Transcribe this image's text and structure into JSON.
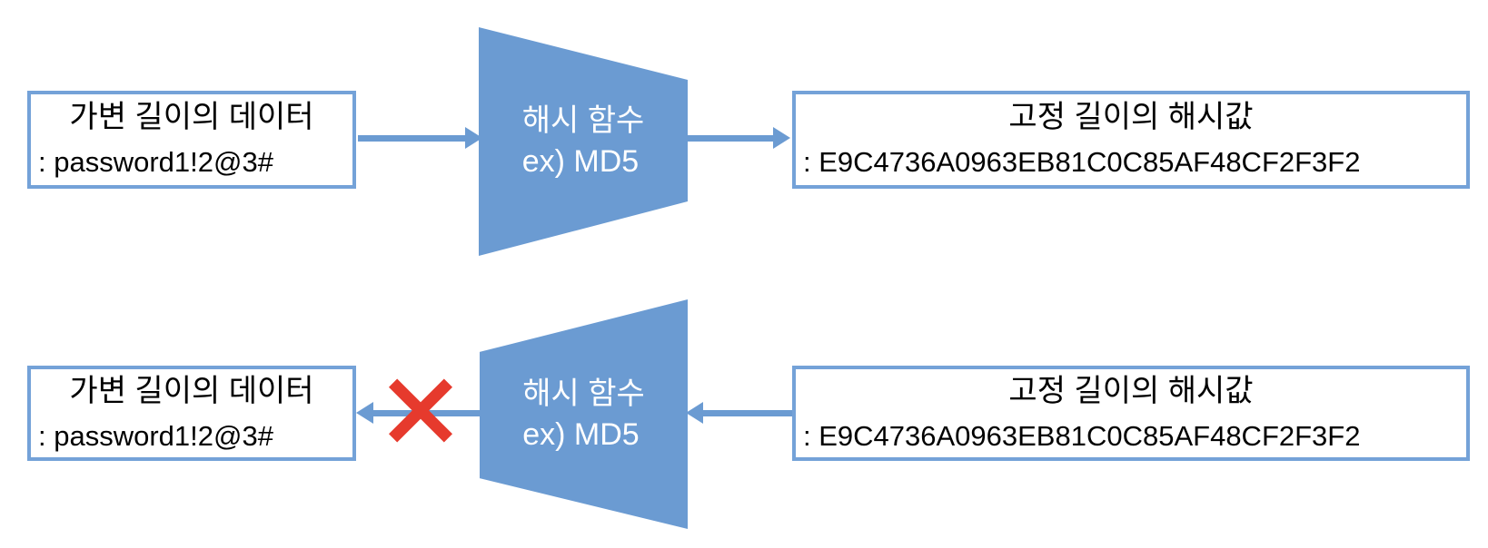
{
  "diagram_title": "hash-function-one-way-diagram",
  "colors": {
    "shape_blue": "#6b9bd2",
    "box_border_blue": "#74a2d8",
    "blocked_red": "#e63a2d",
    "text_black": "#000000",
    "text_white": "#ffffff",
    "background": "#ffffff"
  },
  "top_flow": {
    "direction": "left-to-right",
    "input_box": {
      "title": "가변 길이의 데이터",
      "value": ": password1!2@3#"
    },
    "hash_node": {
      "title": "해시 함수",
      "subtitle": "ex) MD5"
    },
    "output_box": {
      "title": "고정 길이의 해시값",
      "value": ": E9C4736A0963EB81C0C85AF48CF2F3F2"
    }
  },
  "bottom_flow": {
    "direction": "right-to-left",
    "blocked": true,
    "output_box": {
      "title": "고정 길이의 해시값",
      "value": ": E9C4736A0963EB81C0C85AF48CF2F3F2"
    },
    "hash_node": {
      "title": "해시 함수",
      "subtitle": "ex) MD5"
    },
    "input_box": {
      "title": "가변 길이의 데이터",
      "value": ": password1!2@3#"
    }
  }
}
